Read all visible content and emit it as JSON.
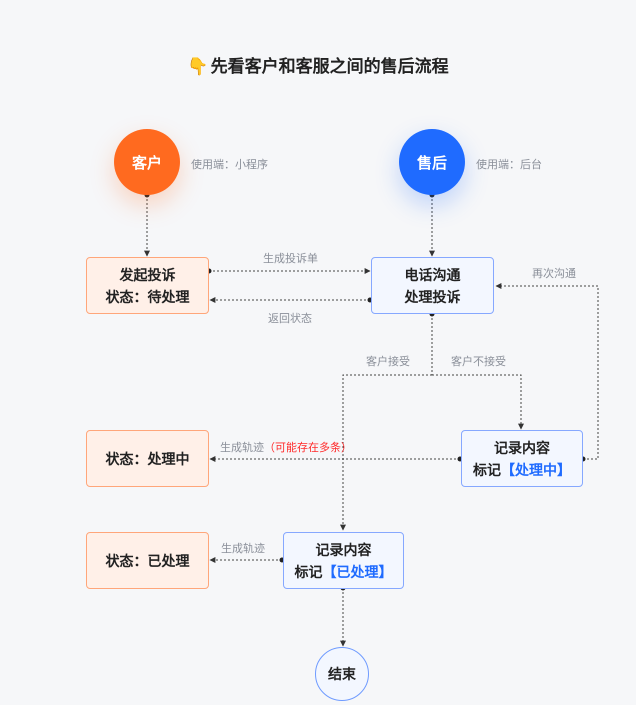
{
  "title": "先看客户和客服之间的售后流程",
  "title_icon": "pointing-down-hand",
  "nodes": {
    "customer": {
      "label": "客户",
      "note": "使用端：小程序",
      "color": "#ff6a1f"
    },
    "service": {
      "label": "售后",
      "note": "使用端：后台",
      "color": "#1f6bff"
    },
    "complaint": {
      "line1": "发起投诉",
      "line2": "状态：待处理"
    },
    "phone": {
      "line1": "电话沟通",
      "line2": "处理投诉"
    },
    "processing_state": {
      "line1": "状态：处理中"
    },
    "record_processing": {
      "line1": "记录内容",
      "line2_prefix": "标记",
      "line2_highlight": "【处理中】"
    },
    "done_state": {
      "line1": "状态：已处理"
    },
    "record_done": {
      "line1": "记录内容",
      "line2_prefix": "标记",
      "line2_highlight": "【已处理】"
    },
    "end": {
      "label": "结束"
    }
  },
  "edges": {
    "create_ticket": "生成投诉单",
    "return_status": "返回状态",
    "recommunicate": "再次沟通",
    "customer_accepts": "客户接受",
    "customer_rejects": "客户不接受",
    "gen_track_1": "生成轨迹",
    "gen_track_1_note": "（可能存在多条）",
    "gen_track_2": "生成轨迹"
  }
}
